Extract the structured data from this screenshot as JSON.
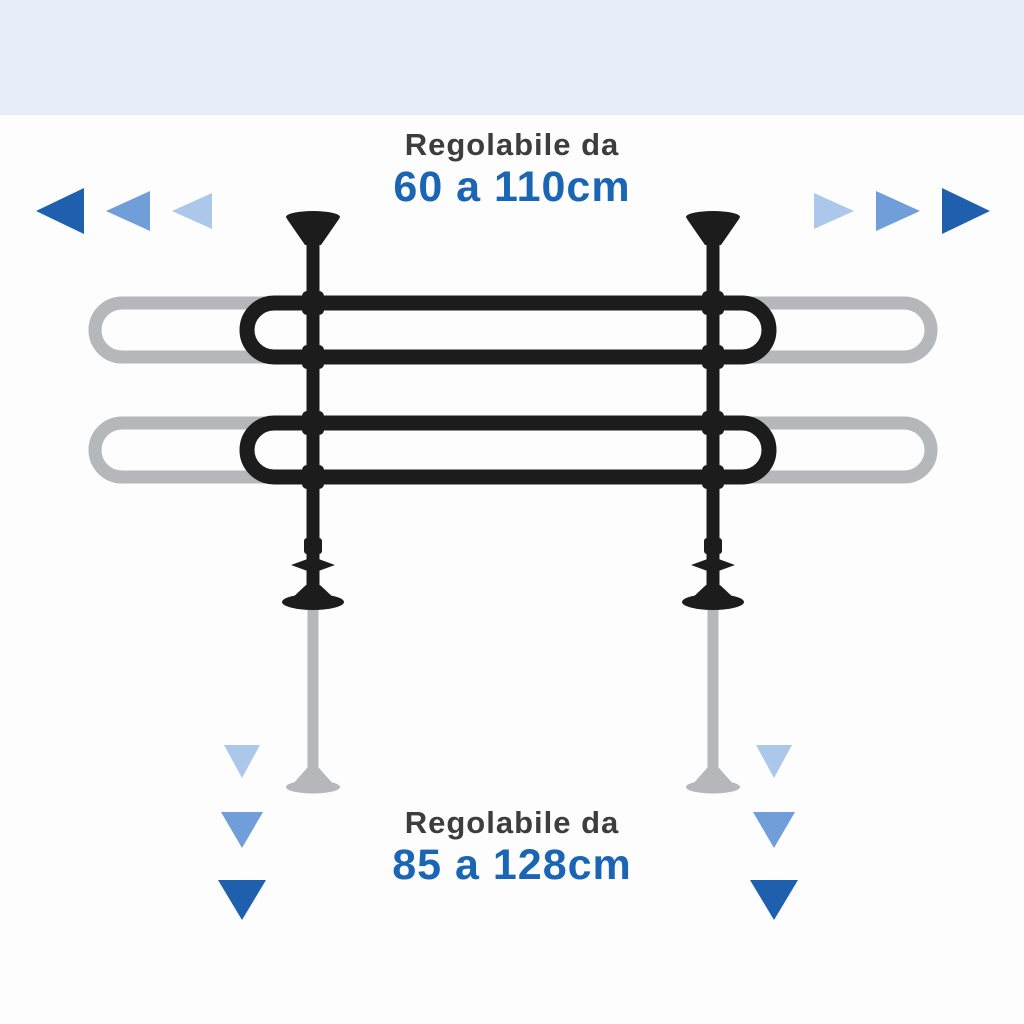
{
  "top_annotation": {
    "label": "Regolabile da",
    "value": "60 a 110cm"
  },
  "bottom_annotation": {
    "label": "Regolabile da",
    "value": "85 a 128cm"
  },
  "colors": {
    "background_top": "#e8eef9",
    "background_main": "#fdfdfe",
    "text_dark": "#3d3d3d",
    "accent_blue": "#1a66b4",
    "arrow_dark": "#1e5fae",
    "arrow_medium": "#6f9ed8",
    "arrow_light": "#abc8ea",
    "barrier_black": "#1c1c1c",
    "barrier_gray": "#b5b7b9"
  },
  "icons": {
    "width_left": "arrow-left-icon",
    "width_right": "arrow-right-icon",
    "height_down": "arrow-down-icon"
  }
}
